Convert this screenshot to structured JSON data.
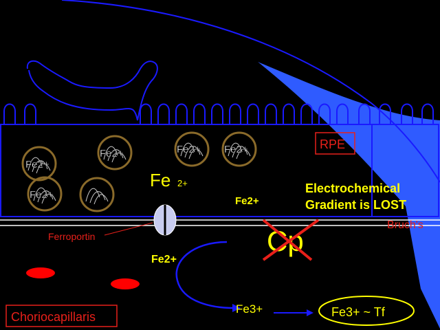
{
  "labels": {
    "rpe": "RPE",
    "bruchs": "Bruch's",
    "ferroportin": "Ferroportin",
    "choriocapillaris": "Choriocapillaris",
    "gradient_line1": "Electrochemical",
    "gradient_line2": "Gradient is LOST",
    "cp": "Cp",
    "fe_big": "Fe",
    "fe_big_sup": "2+",
    "fe2_cell": "Fe2+",
    "fe2_below": "Fe2+",
    "fe3": "Fe3+",
    "fe3_tf": "Fe3+ ~ Tf"
  },
  "vesicles": [
    {
      "label": "Fe2+"
    },
    {
      "label": "Fe2+"
    },
    {
      "label": "Fe2+"
    },
    {
      "label": "Fe2+"
    },
    {
      "label": "Fe2+"
    },
    {
      "label": ""
    }
  ],
  "colors": {
    "background": "#000000",
    "membrane": "#1a1aff",
    "light_wedge": "#2f5bff",
    "vesicle_ring": "#8a6a2a",
    "red_label": "#e8201a",
    "yellow": "#ffff00",
    "cp_cross": "#e8201a",
    "rbc": "#ff0000",
    "transporter": "#c8ccf0"
  }
}
